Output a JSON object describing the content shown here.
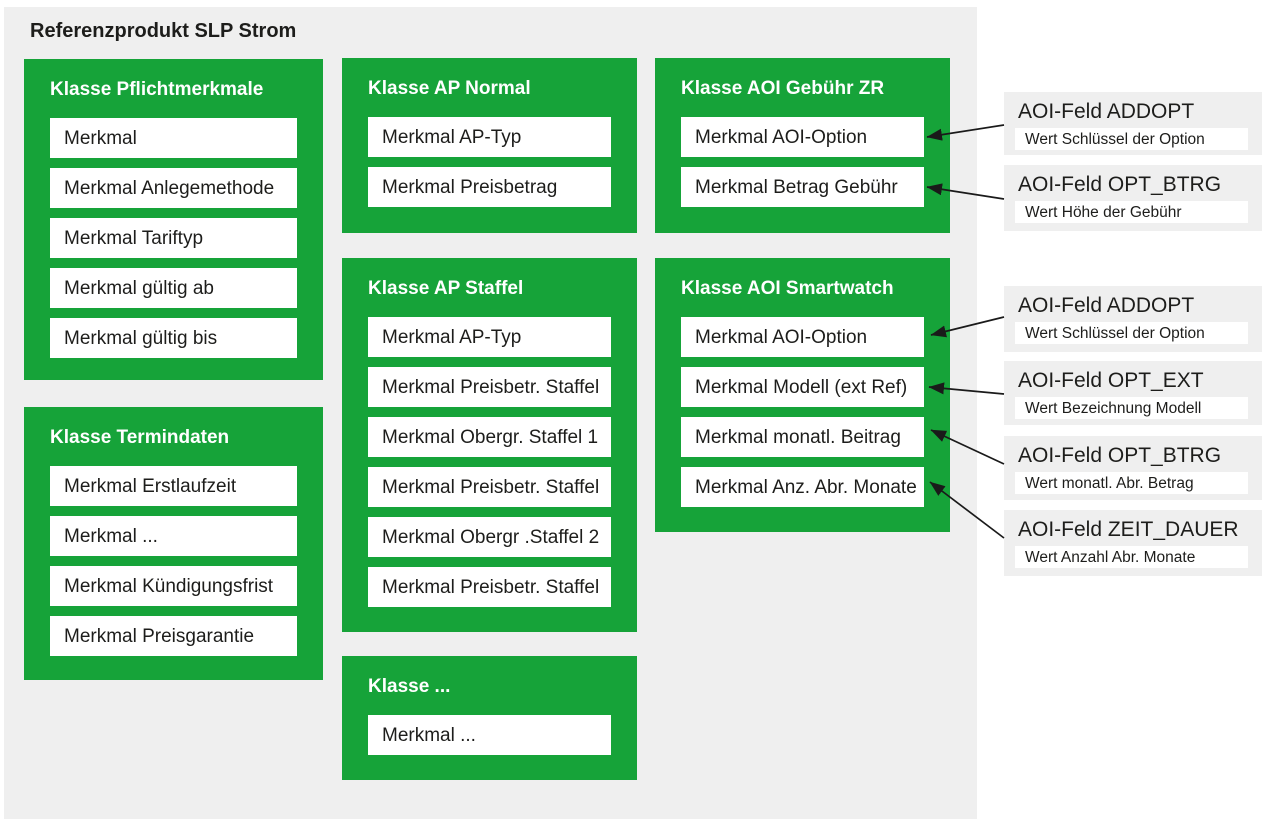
{
  "panel": {
    "title": "Referenzprodukt SLP Strom"
  },
  "colors": {
    "class_green": "#16a339",
    "panel_gray": "#efefef",
    "note_gray": "#efefef",
    "row_white": "#ffffff",
    "text_dark": "#1d1d1b",
    "arrow_black": "#1a1a1a"
  },
  "classes": [
    {
      "title": "Klasse Pflichtmerkmale",
      "rows": [
        "Merkmal",
        "Merkmal Anlegemethode",
        "Merkmal Tariftyp",
        "Merkmal gültig ab",
        "Merkmal gültig bis"
      ]
    },
    {
      "title": "Klasse Termindaten",
      "rows": [
        "Merkmal Erstlaufzeit",
        "Merkmal ...",
        "Merkmal Kündigungsfrist",
        "Merkmal Preisgarantie"
      ]
    },
    {
      "title": "Klasse AP Normal",
      "rows": [
        "Merkmal AP-Typ",
        "Merkmal Preisbetrag"
      ]
    },
    {
      "title": "Klasse AP Staffel",
      "rows": [
        "Merkmal AP-Typ",
        "Merkmal Preisbetr. Staffel",
        "Merkmal Obergr. Staffel 1",
        "Merkmal Preisbetr. Staffel",
        "Merkmal Obergr .Staffel 2",
        "Merkmal Preisbetr. Staffel"
      ]
    },
    {
      "title": "Klasse ...",
      "rows": [
        "Merkmal ..."
      ]
    },
    {
      "title": "Klasse AOI Gebühr ZR",
      "rows": [
        "Merkmal AOI-Option",
        "Merkmal Betrag Gebühr"
      ]
    },
    {
      "title": "Klasse AOI Smartwatch",
      "rows": [
        "Merkmal AOI-Option",
        "Merkmal Modell (ext Ref)",
        "Merkmal monatl. Beitrag",
        "Merkmal Anz. Abr. Monate"
      ]
    }
  ],
  "notes": [
    {
      "title": "AOI-Feld ADDOPT",
      "value": "Wert Schlüssel der Option",
      "points_to": "Klasse AOI Gebühr ZR / Merkmal AOI-Option"
    },
    {
      "title": "AOI-Feld OPT_BTRG",
      "value": "Wert Höhe der Gebühr",
      "points_to": "Klasse AOI Gebühr ZR / Merkmal Betrag Gebühr"
    },
    {
      "title": "AOI-Feld ADDOPT",
      "value": "Wert Schlüssel der Option",
      "points_to": "Klasse AOI Smartwatch / Merkmal AOI-Option"
    },
    {
      "title": "AOI-Feld OPT_EXT",
      "value": "Wert Bezeichnung Modell",
      "points_to": "Klasse AOI Smartwatch / Merkmal Modell (ext Ref)"
    },
    {
      "title": "AOI-Feld OPT_BTRG",
      "value": "Wert monatl. Abr. Betrag",
      "points_to": "Klasse AOI Smartwatch / Merkmal monatl. Beitrag"
    },
    {
      "title": "AOI-Feld ZEIT_DAUER",
      "value": "Wert Anzahl Abr. Monate",
      "points_to": "Klasse AOI Smartwatch / Merkmal Anz. Abr. Monate"
    }
  ]
}
